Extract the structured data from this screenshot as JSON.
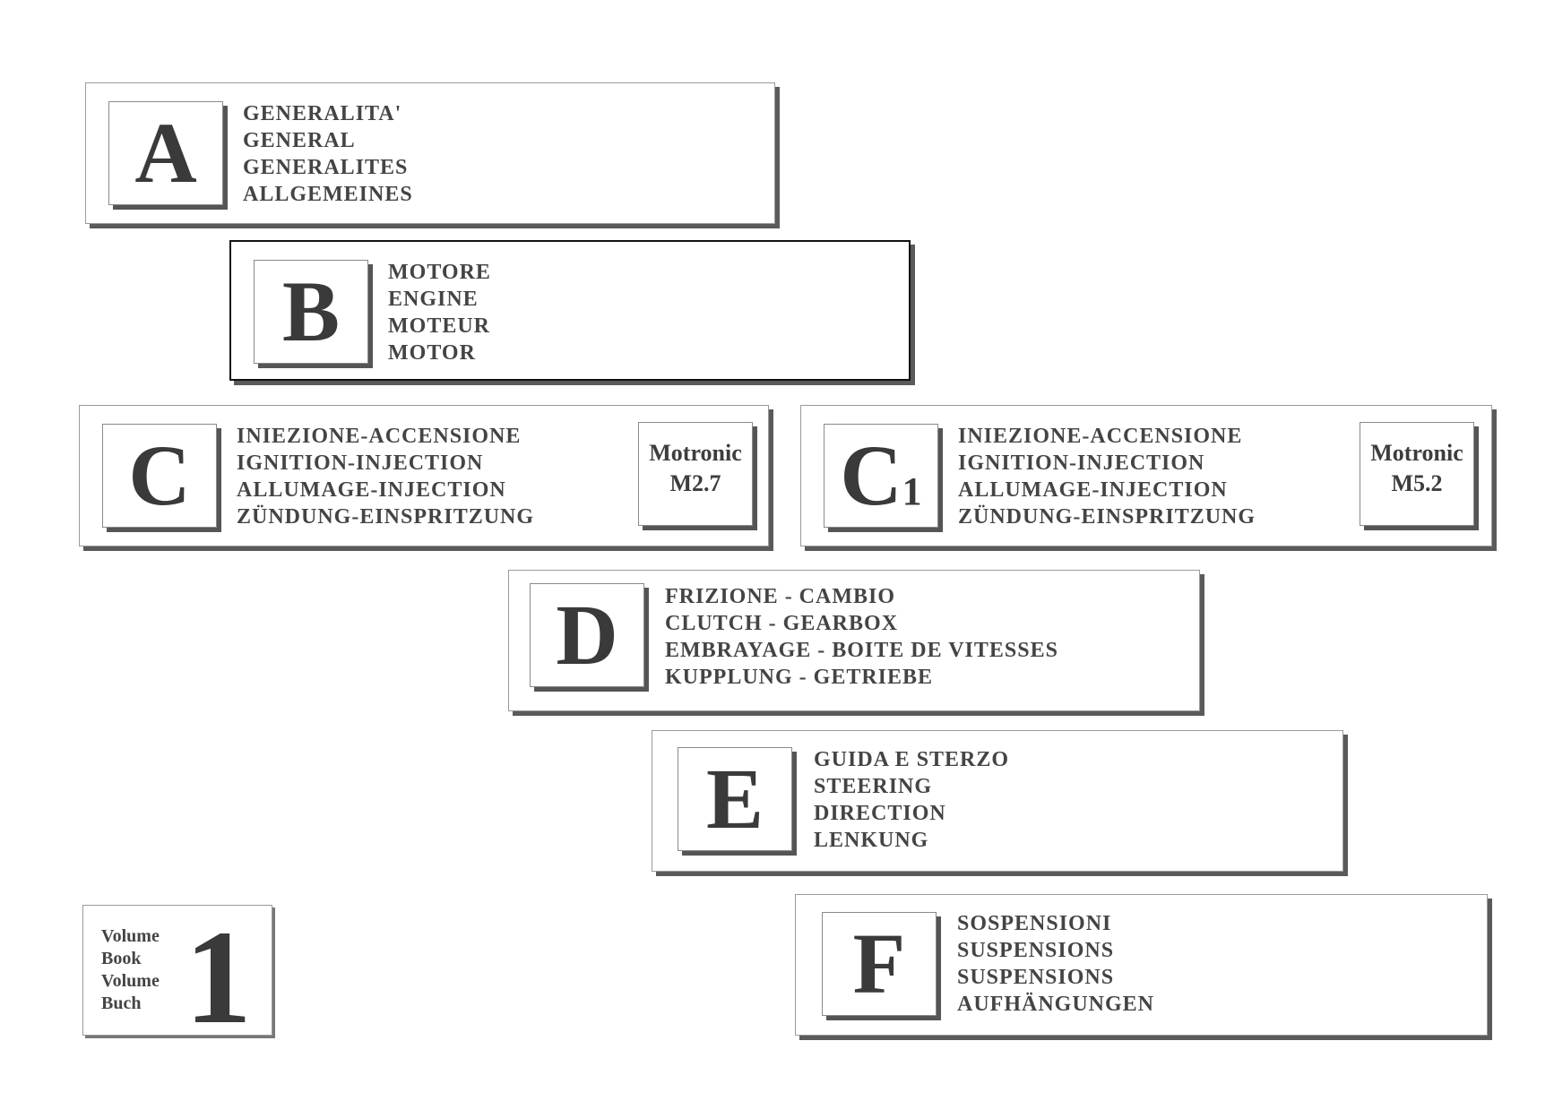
{
  "sections": {
    "a": {
      "letter": "A",
      "lines": [
        "GENERALITA'",
        "GENERAL",
        "GENERALITES",
        "ALLGEMEINES"
      ]
    },
    "b": {
      "letter": "B",
      "lines": [
        "MOTORE",
        "ENGINE",
        "MOTEUR",
        "MOTOR"
      ]
    },
    "c": {
      "letter": "C",
      "lines": [
        "INIEZIONE-ACCENSIONE",
        "IGNITION-INJECTION",
        "ALLUMAGE-INJECTION",
        "ZÜNDUNG-EINSPRITZUNG"
      ],
      "badge": [
        "Motronic",
        "M2.7"
      ]
    },
    "c1": {
      "letter": "C",
      "subscript": "1",
      "lines": [
        "INIEZIONE-ACCENSIONE",
        "IGNITION-INJECTION",
        "ALLUMAGE-INJECTION",
        "ZÜNDUNG-EINSPRITZUNG"
      ],
      "badge": [
        "Motronic",
        "M5.2"
      ]
    },
    "d": {
      "letter": "D",
      "lines": [
        "FRIZIONE - CAMBIO",
        "CLUTCH - GEARBOX",
        "EMBRAYAGE - BOITE DE VITESSES",
        "KUPPLUNG - GETRIEBE"
      ]
    },
    "e": {
      "letter": "E",
      "lines": [
        "GUIDA E STERZO",
        "STEERING",
        "DIRECTION",
        "LENKUNG"
      ]
    },
    "f": {
      "letter": "F",
      "lines": [
        "SOSPENSIONI",
        "SUSPENSIONS",
        "SUSPENSIONS",
        "AUFHÄNGUNGEN"
      ]
    }
  },
  "volume": {
    "labels": [
      "Volume",
      "Book",
      "Volume",
      "Buch"
    ],
    "number": "1"
  }
}
